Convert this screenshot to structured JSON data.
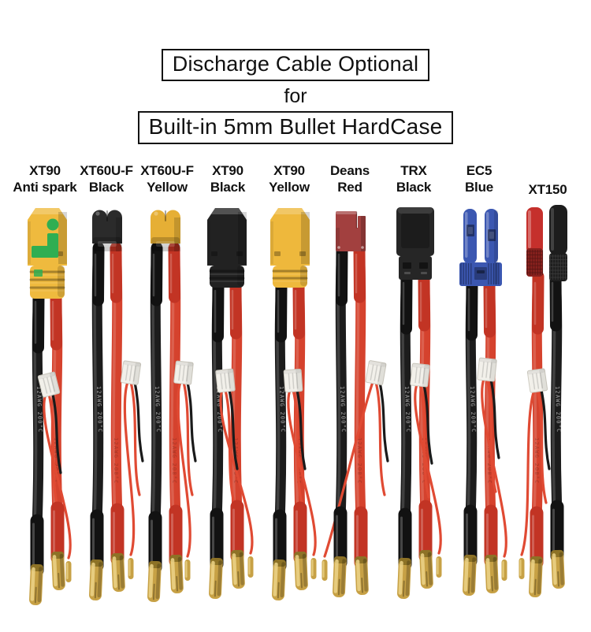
{
  "title": {
    "line1": "Discharge Cable Optional",
    "line2": "for",
    "line3": "Built-in 5mm Bullet HardCase"
  },
  "products": [
    {
      "name": "XT90 Anti spark",
      "label": [
        "XT90",
        "Anti spark"
      ],
      "connector": "xt90-antispark",
      "connector_color": "#efba3e",
      "accent_color": "#2fae52"
    },
    {
      "name": "XT60U-F Black",
      "label": [
        "XT60U-F",
        "Black"
      ],
      "connector": "xt60",
      "connector_color": "#2b2b2b"
    },
    {
      "name": "XT60U-F Yellow",
      "label": [
        "XT60U-F",
        "Yellow"
      ],
      "connector": "xt60",
      "connector_color": "#e6af35"
    },
    {
      "name": "XT90 Black",
      "label": [
        "XT90",
        "Black"
      ],
      "connector": "xt90",
      "connector_color": "#222222"
    },
    {
      "name": "XT90 Yellow",
      "label": [
        "XT90",
        "Yellow"
      ],
      "connector": "xt90",
      "connector_color": "#eeb83c"
    },
    {
      "name": "Deans Red",
      "label": [
        "Deans",
        "Red"
      ],
      "connector": "deans",
      "connector_color": "#a2403f"
    },
    {
      "name": "TRX Black",
      "label": [
        "TRX",
        "Black"
      ],
      "connector": "trx",
      "connector_color": "#262626"
    },
    {
      "name": "EC5 Blue",
      "label": [
        "EC5",
        "Blue"
      ],
      "connector": "ec5",
      "connector_color": "#3b57b1"
    },
    {
      "name": "XT150",
      "label": [
        "XT150"
      ],
      "connector": "xt150",
      "connector_color": "#c5302c",
      "connector_color2": "#1d1d1d"
    }
  ],
  "photo": {
    "wire_black": "#1c1c1c",
    "wire_red": "#d5422d",
    "shrink_black": "#121212",
    "shrink_red": "#c23424",
    "balance_wire_red": "#e04a33",
    "balance_wire_black": "#1a1a1a",
    "bullet_gold": "#c7a145",
    "bullet_gold_light": "#ecd488",
    "bullet_gold_dark": "#8d7226",
    "balance_plug_white": "#f2f0ea",
    "wire_print": "12AWG 200°C"
  }
}
